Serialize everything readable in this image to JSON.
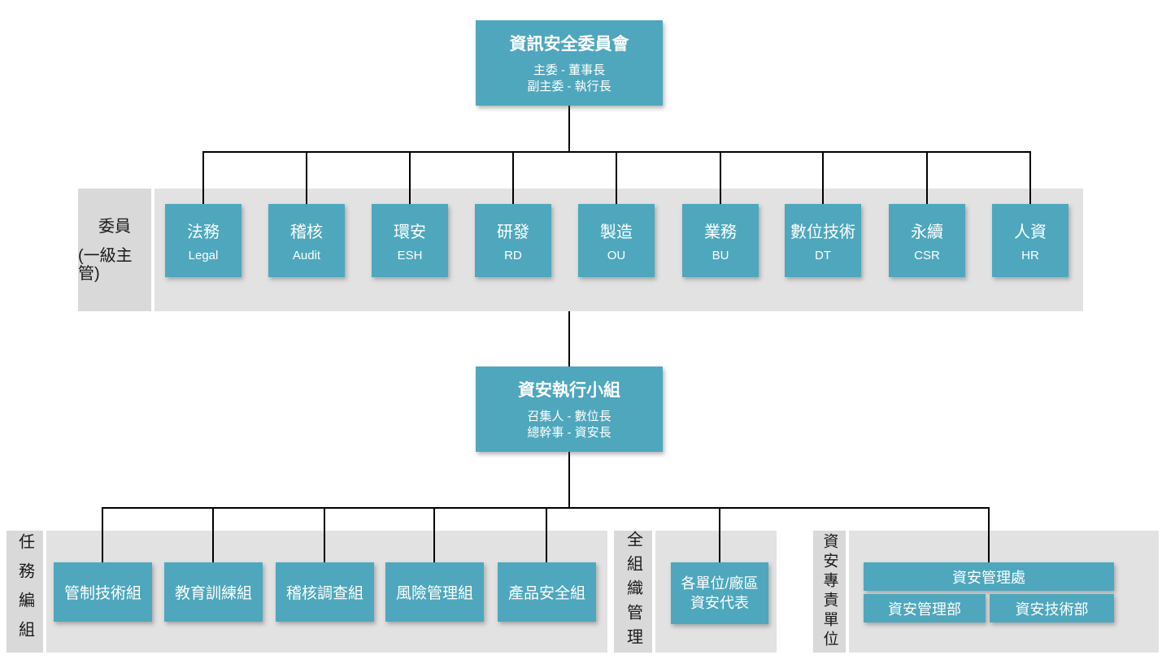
{
  "colors": {
    "box_teal": "#4ea7bd",
    "band_gray": "#e2e2e2",
    "label_gray": "#d9d9d9",
    "connector_black": "#000000",
    "box_text_white": "#ffffff",
    "label_text_black": "#1a1a1a"
  },
  "top_box": {
    "title": "資訊安全委員會",
    "line1": "主委 - 董事長",
    "line2": "副主委 - 執行長"
  },
  "committee": {
    "label_line1": "委員",
    "label_line2": "(一級主管)",
    "members": [
      {
        "title": "法務",
        "subtitle": "Legal"
      },
      {
        "title": "稽核",
        "subtitle": "Audit"
      },
      {
        "title": "環安",
        "subtitle": "ESH"
      },
      {
        "title": "研發",
        "subtitle": "RD"
      },
      {
        "title": "製造",
        "subtitle": "OU"
      },
      {
        "title": "業務",
        "subtitle": "BU"
      },
      {
        "title": "數位技術",
        "subtitle": "DT"
      },
      {
        "title": "永續",
        "subtitle": "CSR"
      },
      {
        "title": "人資",
        "subtitle": "HR"
      }
    ]
  },
  "exec_box": {
    "title": "資安執行小組",
    "line1": "召集人 - 數位長",
    "line2": "總幹事 - 資安長"
  },
  "task_section": {
    "label": "任務編組",
    "teams": [
      "管制技術組",
      "教育訓練組",
      "稽核調查組",
      "風險管理組",
      "產品安全組"
    ]
  },
  "org_section": {
    "label": "全組織管理",
    "rep_line1": "各單位/廠區",
    "rep_line2": "資安代表"
  },
  "dedicated_section": {
    "label": "資安專責單位",
    "division": "資安管理處",
    "departments": [
      "資安管理部",
      "資安技術部"
    ]
  }
}
